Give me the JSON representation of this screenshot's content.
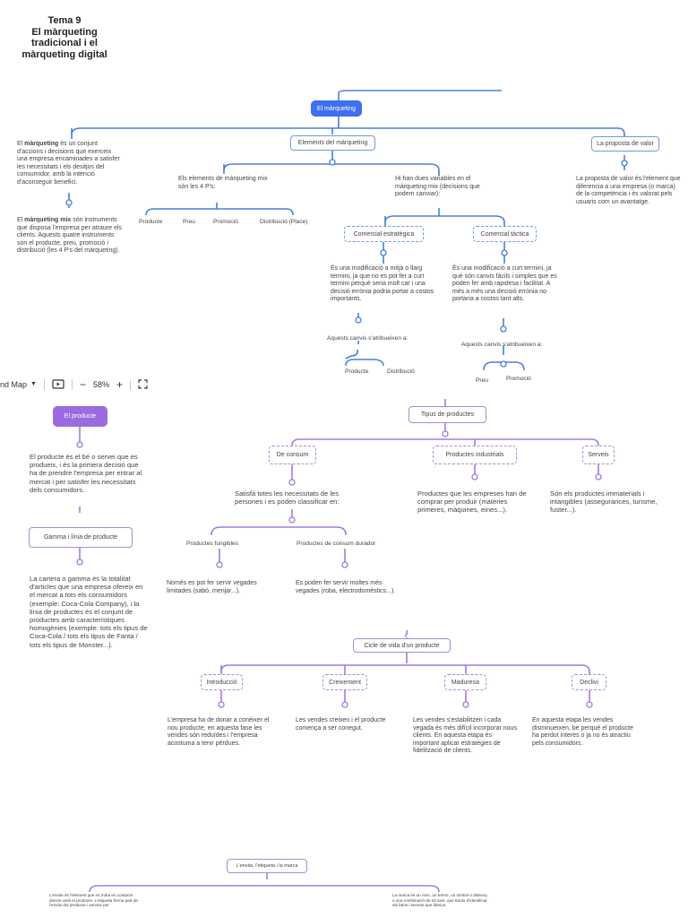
{
  "title": [
    "Tema 9",
    "El màrqueting",
    "tradicional i el",
    "màrqueting digital"
  ],
  "toolbar": {
    "view_label": "nd Map",
    "zoom": "58%",
    "zoom_out": "−",
    "zoom_in": "+"
  },
  "colors": {
    "blue": "#3d6ff0",
    "blue_line": "#4a7fd8",
    "purple": "#9b6be0",
    "purple_line": "#a07be0"
  },
  "marketing_map": {
    "root": "El màrqueting",
    "elements_node": "Elements del màrqueting",
    "proposta_node": "La proposta de valor",
    "proposta_text": "La proposta de valor és l'element que diferencia a una empresa (o marca) de la competència i és valorat pels usuaris com un avantatge.",
    "def_marketing_pre": "El ",
    "def_marketing_bold": "màrqueting",
    "def_marketing_post": " és un conjunt d'accions i decisions que exerceix una empresa encaminades a satisfer les necessitats i els desitjos del consumidor, amb la intenció d'aconseguir benefici.",
    "def_mix_pre": "El ",
    "def_mix_bold": "màrqueting mix",
    "def_mix_post": " són instruments que disposa l'empresa per atraure els clients. Aquests quatre instruments són el producte, preu, promoció i distribució (les 4 P's del màrqueting).",
    "four_p_label": "Els elements de màrqueting mix són les 4 P's:",
    "four_p": [
      "Producte",
      "Preu",
      "Promoció",
      "Distribució (Place)"
    ],
    "variables_label": "Hi han dues variables en el màrqueting mix (decisions que podem canviar):",
    "estrategica_node": "Comercial estratègica",
    "tactica_node": "Comercial tàctica",
    "estrategica_text": "És una modificació a mitjà o llarg termini, ja que no es pot fer a curt termini perquè seria molt car i una decisió errònia podria portar a costos importants.",
    "tactica_text": "És una modificació a curt termini, ja què són canvis fàcils i simples que es poden fer amb rapidesa i facilitat. A més a més una decisió errònia no portaria a costos tant alts.",
    "atribueixen": "Aquests canvis s'atribueixen a:",
    "estrategica_items": [
      "Producte",
      "Distribució"
    ],
    "tactica_items": [
      "Preu",
      "Promoció"
    ]
  },
  "product_map": {
    "root": "El producte",
    "definition": "El producte és el bé o servei que es produeix, i és la primera decisió que ha de prendre l'empresa per entrar al mercat i per satisfer les necessitats dels consumidors.",
    "gamma_node": "Gamma i línia de producte",
    "gamma_text": "La cartera o gamma és la totalitat d'articles que una empresa ofereix en el mercat a tots els consumidors (exemple: Coca-Cola Company), i la línia de productes és el conjunt de productes amb característiques homogènies (exemple: tots els tipus de Coca-Cola / tots els tipus de Fanta / tots els tipus de Monster...).",
    "tipus_node": "Tipus de productes",
    "consum_node": "De consum",
    "industrials_node": "Productes industrials",
    "serveis_node": "Serveis",
    "consum_text": "Satisfà totes les necessitats de les persones i es poden classificar en:",
    "industrials_text": "Productes que les empreses han de comprar per produir (matèries primeres, màquines, eines...).",
    "serveis_text": "Són els productes immaterials i intangibles (assegurances, turisme, fuster...).",
    "fungibles_label": "Productes fungibles",
    "durador_label": "Productes de consum durador",
    "fungibles_text": "Només es pot fer servir vegades limitades (sabó, menjar...).",
    "durador_text": "Es poden fer servir moltes més vegades (roba, electrodomèstics...).",
    "cicle_node": "Cicle de vida d'un producte",
    "stages": [
      "Introducció",
      "Creixement",
      "Maduresa",
      "Declivi"
    ],
    "stage_texts": [
      "L'empresa ha de donar a conèixer el nou producte, en aquesta fase les vendes són reduïdes i l'empresa acostuma a tenir pèrdues.",
      "Les vendes creixen i el producte comença a ser conegut.",
      "Les vendes s'estabilitzen i cada vegada és més difícil incorporar nous clients. En aquesta etapa és important aplicar estratègies de fidelització de clients.",
      "En aquesta etapa les vendes disminueixen, bé perquè el producte ha perdut interès o ja no és atractiu pels consumidors."
    ],
    "envas_node": "L'envàs, l'etiqueta i la marca",
    "envas_text": "L'envàs és l'element que es troba en contacte directe amb el producte. L'etiqueta forma part de l'envàs del producte i serveix per",
    "marca_text": "La marca és un nom, un terme, un símbol o disseny, o una combinació de tot això, que tracta d'identificar els béns i serveis que fabrica"
  }
}
